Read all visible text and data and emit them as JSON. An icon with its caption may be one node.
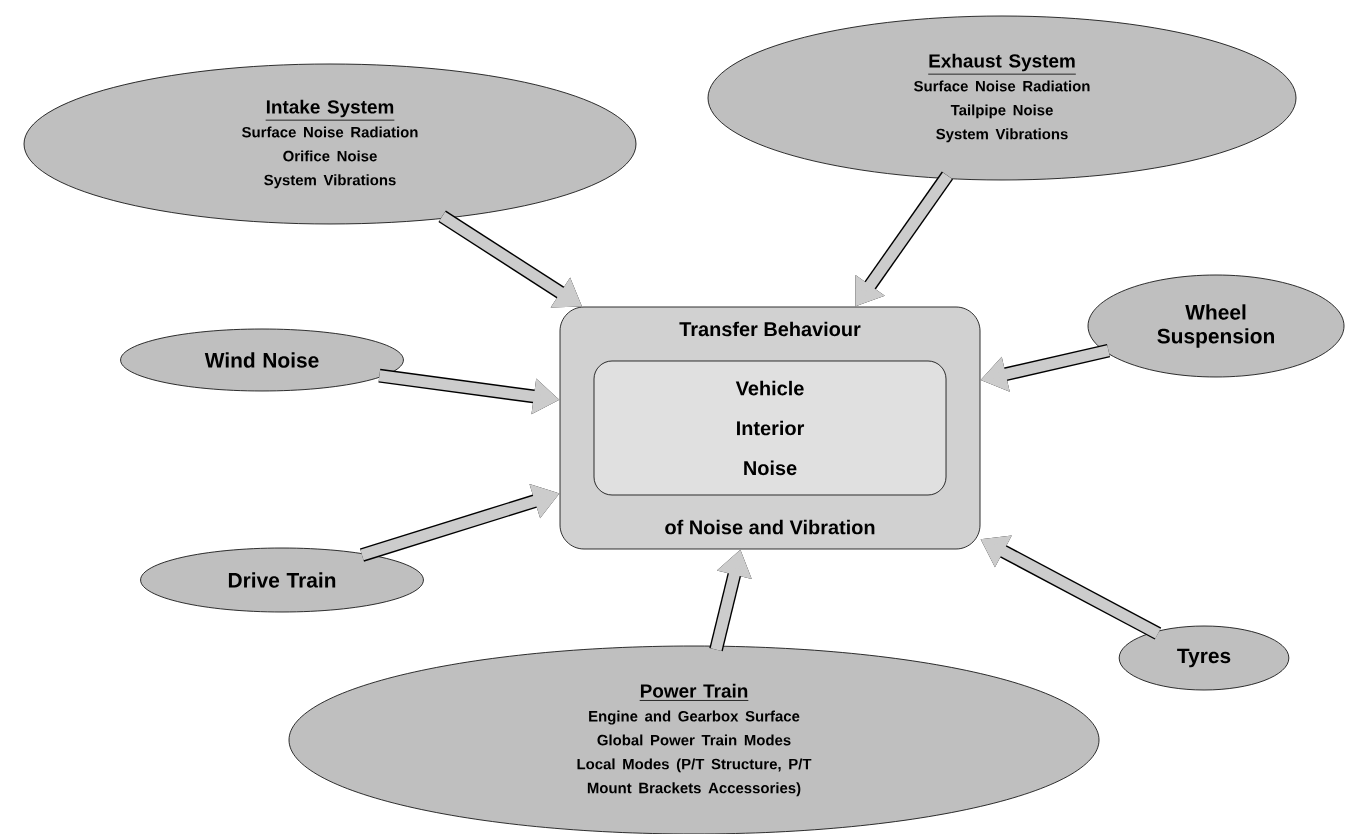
{
  "diagram": {
    "nodes": [
      {
        "text": [
          "Transfer Behaviour",
          "of Noise and Vibration"
        ]
      },
      {
        "text": [
          "Vehicle Interior Noise"
        ],
        "in": 0
      },
      {
        "text": [
          "Intake System",
          "Surface Noise Radiation",
          "Orifice Noise",
          "System Vibrations"
        ]
      },
      {
        "text": [
          "Exhaust System",
          "Surface Noise Radiation",
          "Tailpipe Noise",
          "System Vibrations"
        ]
      },
      {
        "text": [
          "Wind Noise"
        ]
      },
      {
        "text": [
          "Wheel Suspension"
        ]
      },
      {
        "text": [
          "Drive Train"
        ]
      },
      {
        "text": [
          "Tyres"
        ]
      },
      {
        "text": [
          "Power Train",
          "Engine and Gearbox Surface",
          "Global Power Train Modes",
          "Local Modes (P/T Structure, P/T Mount Brackets Accessories)"
        ]
      }
    ],
    "edges": [
      {
        "from": 2,
        "to": 0,
        "arrow": "to"
      },
      {
        "from": 3,
        "to": 0,
        "arrow": "to"
      },
      {
        "from": 4,
        "to": 0,
        "arrow": "to"
      },
      {
        "from": 5,
        "to": 0,
        "arrow": "to"
      },
      {
        "from": 6,
        "to": 0,
        "arrow": "to"
      },
      {
        "from": 7,
        "to": 0,
        "arrow": "to"
      },
      {
        "from": 8,
        "to": 0,
        "arrow": "to"
      }
    ]
  }
}
